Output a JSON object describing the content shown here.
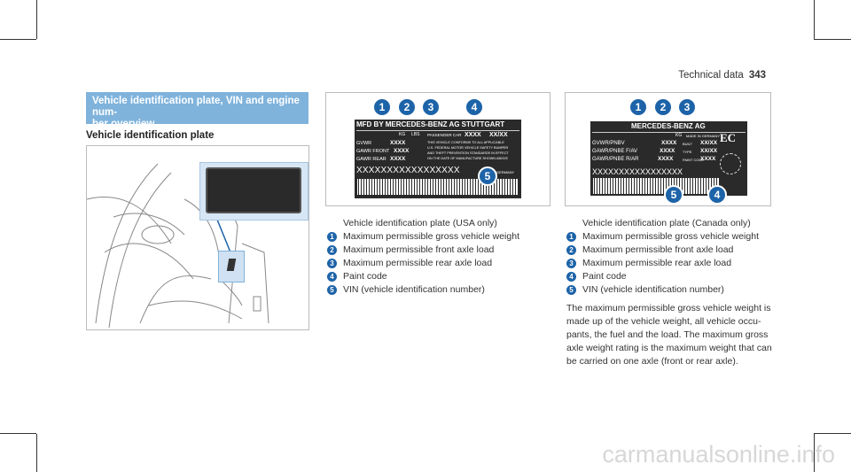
{
  "header": {
    "section": "Technical data",
    "page": "343"
  },
  "banner": {
    "title_line1": "Vehicle identification plate, VIN and engine num-",
    "title_line2": "ber overview"
  },
  "subheading": "Vehicle identification plate",
  "usa": {
    "plate": {
      "top": "MFD BY MERCEDES-BENZ AG STUTTGART",
      "kg": "KG",
      "lbs": "LBS",
      "passenger": "PASSENGER CAR",
      "xx": "XXXX",
      "xxxx": "XX/XX",
      "gvwr": "GVWR",
      "front": "GAWR FRONT",
      "rear": "GAWR REAR",
      "vals": "XXXX",
      "note1": "THIS VEHICLE CONFORMS TO ALL APPLICABLE",
      "note2": "U.S. FEDERAL MOTOR VEHICLE SAFETY BUMPER",
      "note3": "AND THEFT PREVENTION STANDARDS IN EFFECT",
      "note4": "ON THE DATE OF MANUFACTURE SHOWN ABOVE",
      "vin": "XXXXXXXXXXXXXXXXX",
      "germany": "GERMANY"
    },
    "caption": "Vehicle identification plate (USA only)",
    "items": [
      {
        "n": "1",
        "text": "Maximum permissible gross vehicle weight"
      },
      {
        "n": "2",
        "text": "Maximum permissible front axle load"
      },
      {
        "n": "3",
        "text": "Maximum permissible rear axle load"
      },
      {
        "n": "4",
        "text": "Paint code"
      },
      {
        "n": "5",
        "text": "VIN (vehicle identification number)"
      }
    ]
  },
  "canada": {
    "plate": {
      "top": "MERCEDES-BENZ AG",
      "kg": "KG",
      "made": "MADE IN GERMANY",
      "gvwr": "GVWR/PNBV",
      "front": "GAWR/PNBE F/AV",
      "rear": "GAWR/PNBE R/AR",
      "vals": "XXXX",
      "built": "BUILT",
      "type": "TYPE",
      "paint": "PAINT CODE",
      "xxxx": "XX/XX",
      "ec": "EC",
      "vin": "XXXXXXXXXXXXXXXXX"
    },
    "caption": "Vehicle identification plate (Canada only)",
    "items": [
      {
        "n": "1",
        "text": "Maximum permissible gross vehicle weight"
      },
      {
        "n": "2",
        "text": "Maximum permissible front axle load"
      },
      {
        "n": "3",
        "text": "Maximum permissible rear axle load"
      },
      {
        "n": "4",
        "text": "Paint code"
      },
      {
        "n": "5",
        "text": "VIN (vehicle identification number)"
      }
    ],
    "paragraph": "The maximum permissible gross vehicle weight is made up of the vehicle weight, all vehicle occu-pants, the fuel and the load. The maximum gross axle weight rating is the maximum weight that can be carried on one axle (front or rear axle)."
  },
  "watermark": "carmanualsonline.info",
  "colors": {
    "accent": "#1d63a8",
    "banner": "#7fb3dc",
    "plate": "#2a2a2a"
  }
}
